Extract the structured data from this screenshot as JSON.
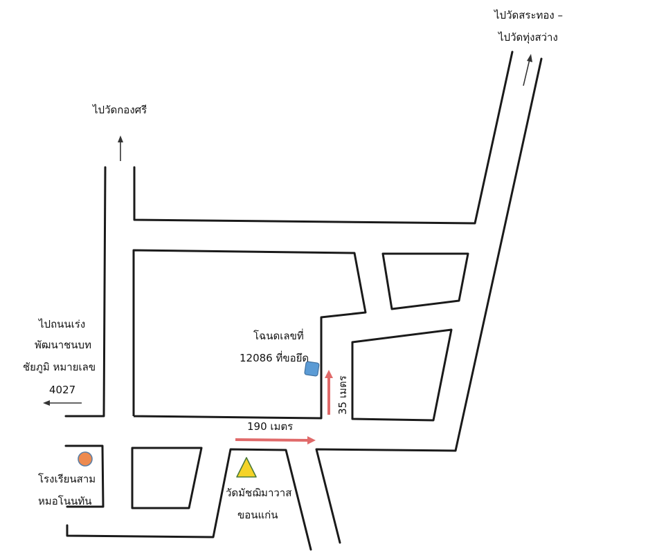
{
  "labels": {
    "to_wat_sa_thong_line1": "ไปวัดสระทอง –",
    "to_wat_sa_thong_line2": "ไปวัดทุ่งสว่าง",
    "to_wat_kong_si": "ไปวัดกองศรี",
    "to_road_line1": "ไปถนนเร่ง",
    "to_road_line2": "พัฒนาชนบท",
    "to_road_line3": "ชัยภูมิ หมายเลข",
    "to_road_line4": "4027",
    "deed_line1": "โฉนดเลขที่",
    "deed_line2": "12086 ที่ขอยึด",
    "distance_horizontal": "190 เมตร",
    "distance_vertical": "35 เมตร",
    "school_line1": "โรงเรียนสาม",
    "school_line2": "หมอโนนทัน",
    "temple_line1": "วัดมัชฌิมาวาส",
    "temple_line2": "ขอนแก่น"
  },
  "markers": {
    "parcel": {
      "shape": "square",
      "color": "#5b9bd5"
    },
    "school": {
      "shape": "circle",
      "color": "#ed8a4f"
    },
    "temple": {
      "shape": "triangle",
      "color": "#f5d327"
    }
  },
  "colors": {
    "road": "#1a1a1a",
    "distance_arrow": "#e06a6a",
    "direction_arrow": "#333333"
  }
}
